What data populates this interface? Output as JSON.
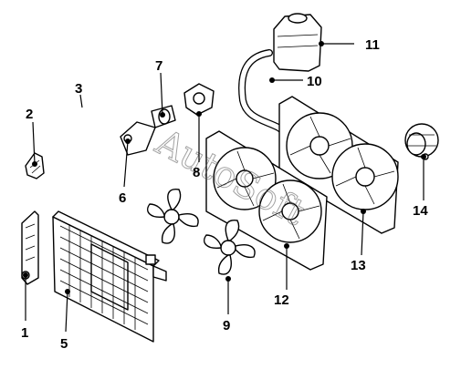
{
  "callouts": {
    "c1": "1",
    "c2": "2",
    "c3": "3",
    "c4": "5",
    "c5": "6",
    "c6": "7",
    "c7": "8",
    "c8": "9",
    "c9": "10",
    "c10": "11",
    "c11": "12",
    "c12": "13",
    "c13": "14"
  },
  "watermark": "AutoSoft"
}
